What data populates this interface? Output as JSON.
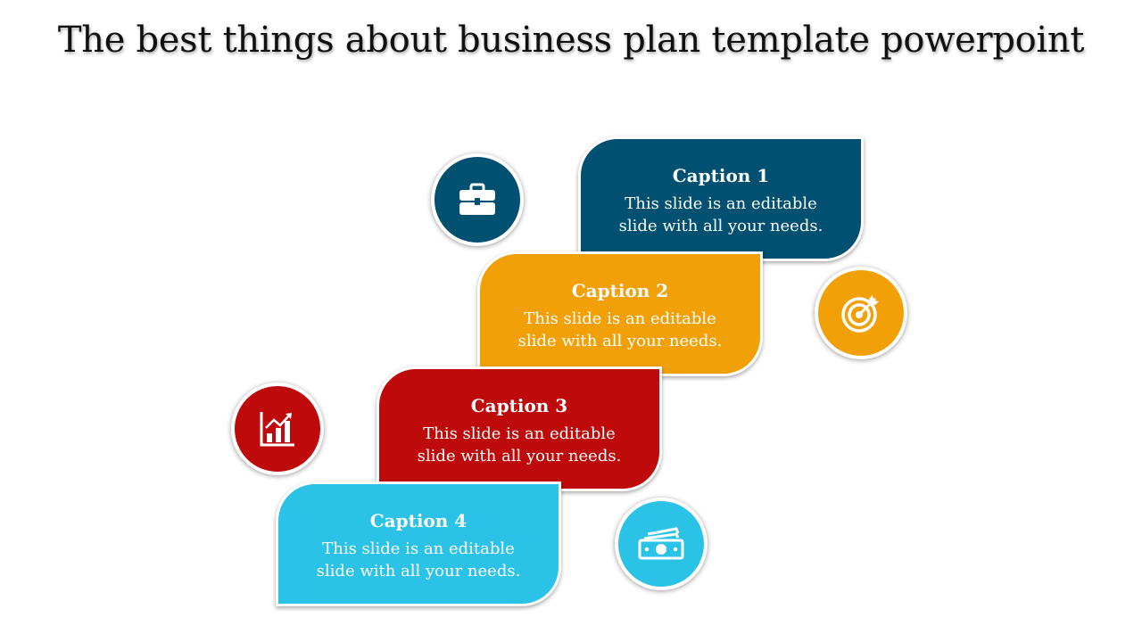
{
  "slide": {
    "title": "The best things about business plan template powerpoint"
  },
  "colors": {
    "caption1": "#005072",
    "caption2": "#F2A007",
    "caption3": "#BE0A0A",
    "caption4": "#2BC2E8"
  },
  "captions": [
    {
      "title": "Caption 1",
      "line1": "This slide is an editable",
      "line2": "slide with all your needs."
    },
    {
      "title": "Caption 2",
      "line1": "This slide is an editable",
      "line2": "slide with all your needs."
    },
    {
      "title": "Caption 3",
      "line1": "This slide is an editable",
      "line2": "slide with all your needs."
    },
    {
      "title": "Caption 4",
      "line1": "This slide is an editable",
      "line2": "slide with all your needs."
    }
  ],
  "icons": [
    {
      "name": "briefcase-icon",
      "color": "#005072"
    },
    {
      "name": "target-icon",
      "color": "#F2A007"
    },
    {
      "name": "bar-chart-icon",
      "color": "#BE0A0A"
    },
    {
      "name": "money-icon",
      "color": "#2BC2E8"
    }
  ]
}
